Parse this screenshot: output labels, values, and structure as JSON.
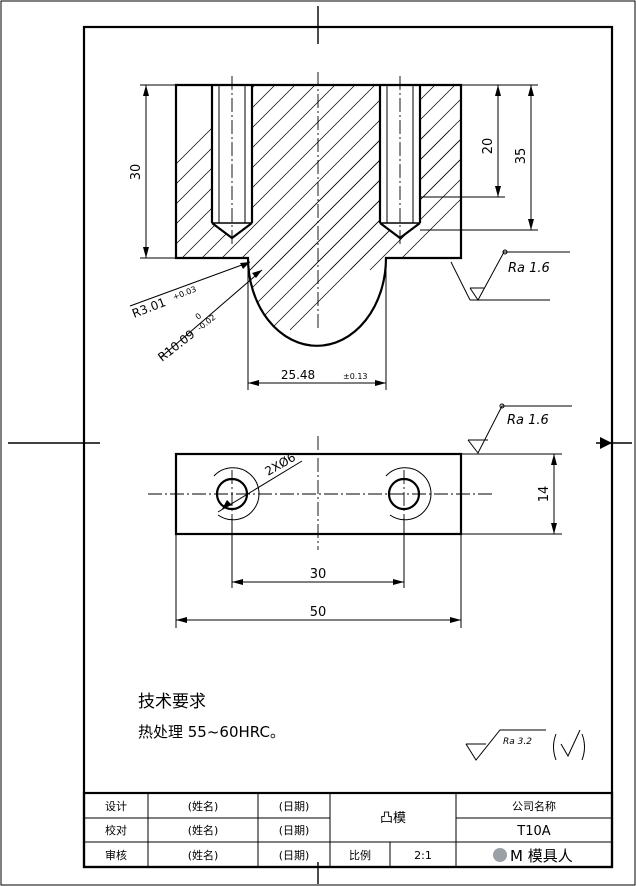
{
  "dimensions": {
    "height_30": "30",
    "height_20": "20",
    "height_35": "35",
    "radius_small": "R3.01",
    "radius_small_tol": "+0.03",
    "radius_large": "R10.09",
    "radius_large_tol": "-0.02",
    "radius_large_tol_top": "0",
    "slot_width": "25.48",
    "slot_width_tol": "±0.13",
    "hole_spacing": "30",
    "overall_length": "50",
    "width_14": "14",
    "hole_callout": "2XØ6"
  },
  "roughness": {
    "ra_side": "Ra  1.6",
    "ra_top": "Ra  1.6",
    "ra_general": "Ra  3.2"
  },
  "notes": {
    "title": "技术要求",
    "line1": "热处理 55~60HRC。"
  },
  "title_block": {
    "row1": [
      "设计",
      "(姓名)",
      "(日期)"
    ],
    "row2": [
      "校对",
      "(姓名)",
      "(日期)"
    ],
    "row3": [
      "审核",
      "(姓名)",
      "(日期)"
    ],
    "part_name": "凸模",
    "scale_label": "比例",
    "scale_value": "2:1",
    "company": "公司名称",
    "material": "T10A",
    "watermark": "M 模具人"
  }
}
